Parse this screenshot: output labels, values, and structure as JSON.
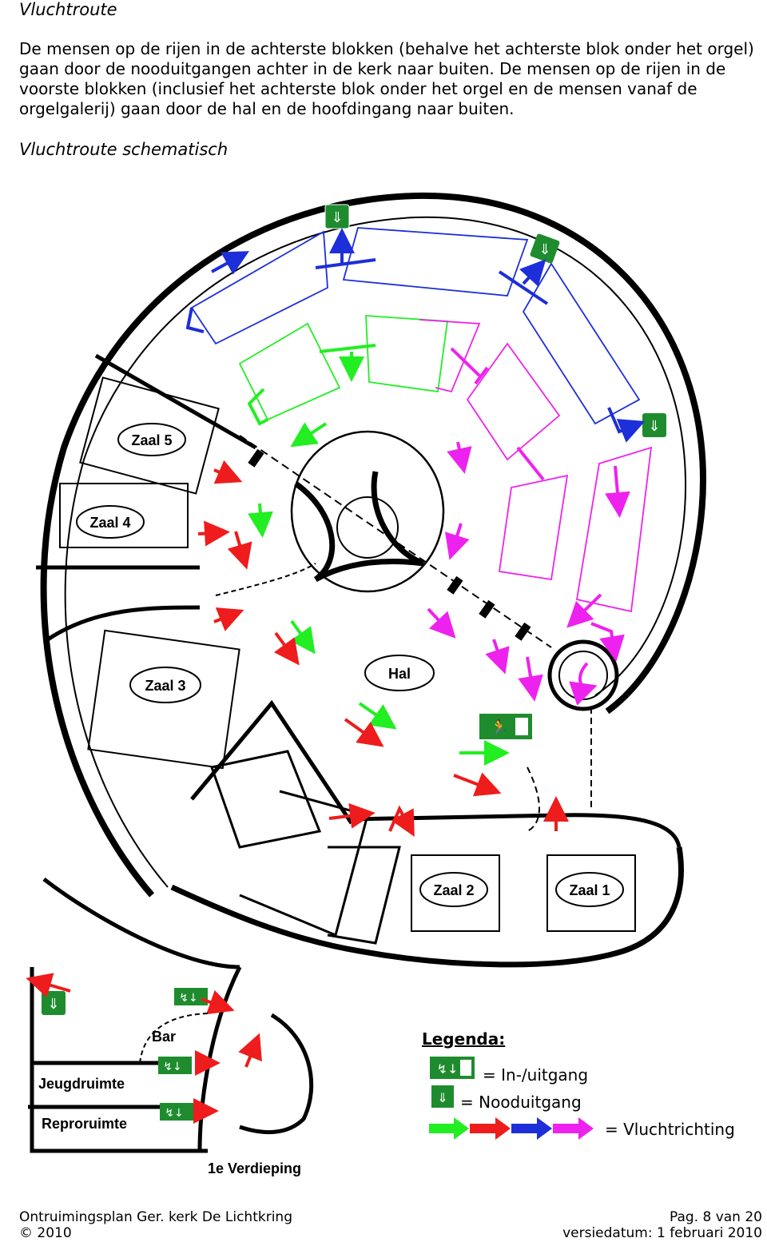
{
  "page": {
    "title": "Vluchtroute",
    "paragraph": "De mensen op de rijen in de achterste blokken (behalve het achterste blok onder het orgel) gaan door de nooduitgangen achter in de kerk naar buiten. De mensen op de rijen in de voorste blokken (inclusief het achterste blok onder het orgel en de mensen vanaf de orgelgalerij) gaan door de hal en de hoofdingang naar buiten.",
    "subtitle": "Vluchtroute schematisch"
  },
  "floorplan": {
    "rooms": {
      "zaal5": "Zaal 5",
      "zaal4": "Zaal 4",
      "zaal3": "Zaal 3",
      "zaal2": "Zaal 2",
      "zaal1": "Zaal 1",
      "hal": "Hal",
      "bar": "Bar",
      "jeugdruimte": "Jeugdruimte",
      "reproruimte": "Reproruimte",
      "verdieping": "1e Verdieping"
    },
    "route_colors": {
      "green": "#22ee22",
      "red": "#ee1c1c",
      "blue": "#1c2fd9",
      "magenta": "#ee22ee",
      "sign_green": "#1e8c2e"
    }
  },
  "legend": {
    "title": "Legenda:",
    "entrance": "= In-/uitgang",
    "emergency_exit": "= Nooduitgang",
    "escape_direction": "= Vluchtrichting"
  },
  "footer": {
    "left_line1": "Ontruimingsplan Ger. kerk De Lichtkring",
    "left_line2": "© 2010",
    "right_line1": "Pag. 8 van 20",
    "right_line2": "versiedatum: 1 februari 2010"
  }
}
